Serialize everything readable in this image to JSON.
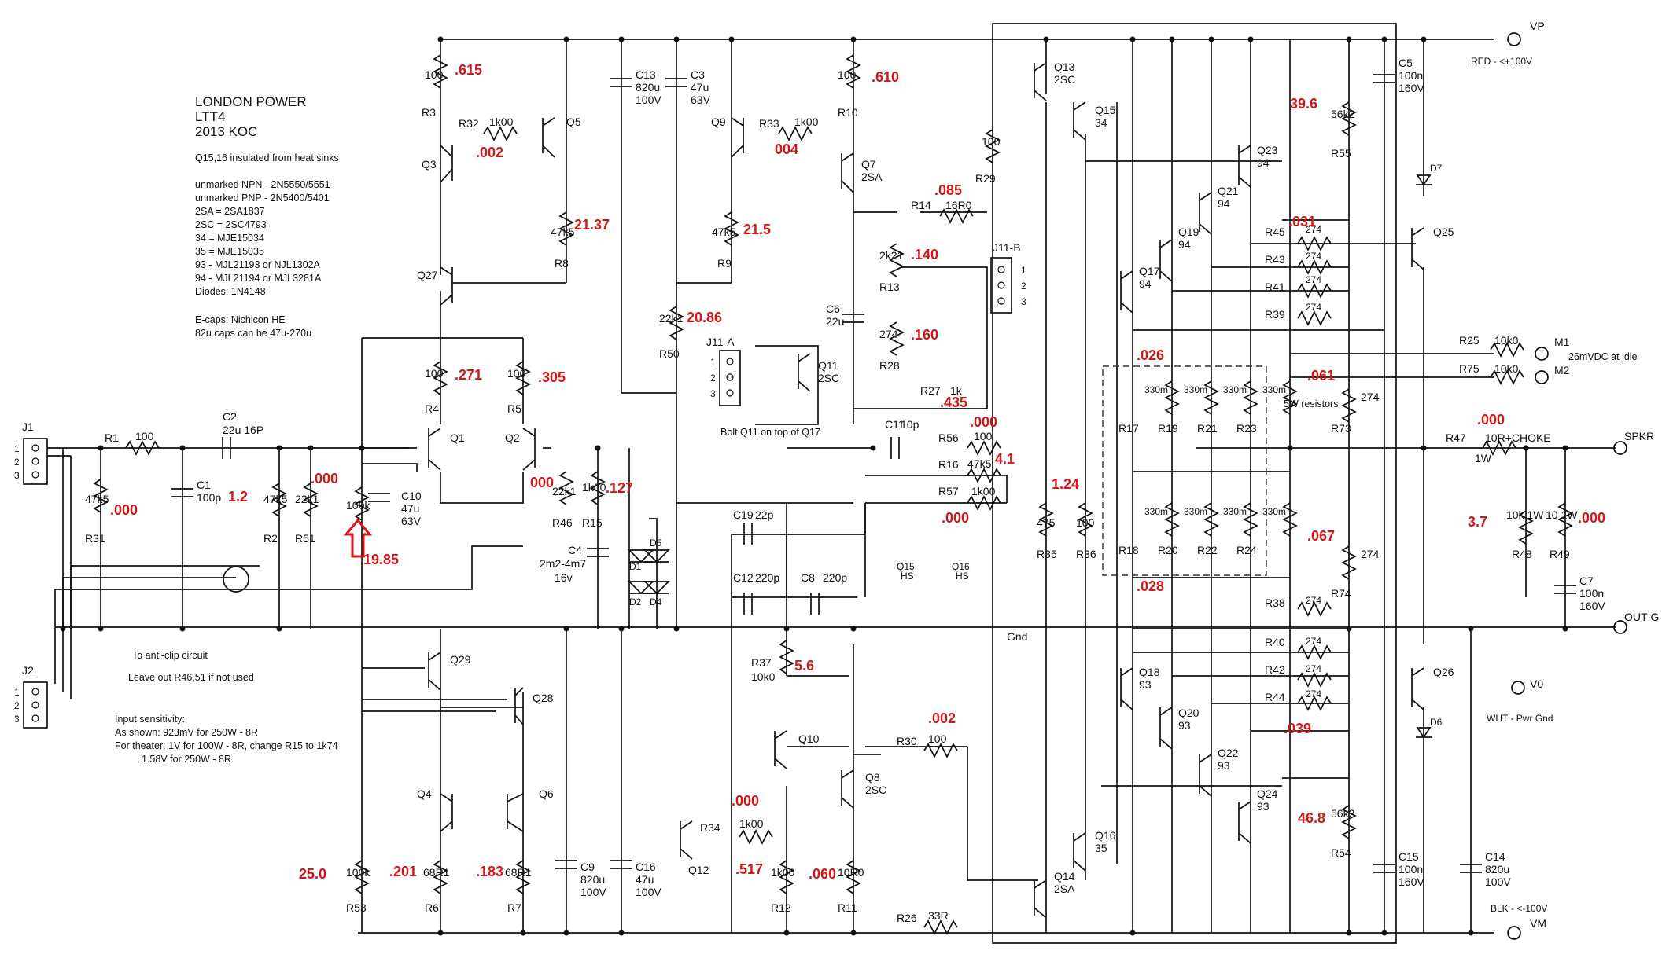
{
  "notes": {
    "title": [
      "LONDON POWER",
      "LTT4",
      "2013 KOC"
    ],
    "lines": [
      "Q15,16 insulated from heat sinks",
      "",
      "unmarked NPN - 2N5550/5551",
      "unmarked PNP - 2N5400/5401",
      "2SA = 2SA1837",
      "2SC = 2SC4793",
      "34 = MJE15034",
      "35 = MJE15035",
      "93 - MJL21193 or NJL1302A",
      "94 - MJL21194 or MJL3281A",
      "Diodes: 1N4148",
      "",
      "E-caps: Nichicon HE",
      "82u caps can be 47u-270u"
    ],
    "input_sensitivity": [
      "Input sensitivity:",
      "As shown: 923mV for 250W - 8R",
      "For theater: 1V for 100W - 8R, change R15 to 1k74",
      "1.58V for 250W - 8R"
    ],
    "anticlip": [
      "To anti-clip circuit",
      "Leave out R46,51 if not used"
    ],
    "bolt": "Bolt Q11 on top of Q17",
    "resistors_5w": "5W resistors",
    "idle": "26mVDC at idle"
  },
  "rails": {
    "vp": "VP",
    "vp_desc": "RED - <+100V",
    "vm": "VM",
    "vm_desc": "BLK - <-100V",
    "v0": "V0",
    "v0_desc": "WHT - Pwr Gnd",
    "gnd": "Gnd",
    "spkr": "SPKR",
    "outg": "OUT-G"
  },
  "connectors": {
    "j1": "J1",
    "j2": "J2",
    "j11a": "J11-A",
    "j11b": "J11-B",
    "m1": "M1",
    "m2": "M2",
    "pins": [
      "1",
      "2",
      "3"
    ]
  },
  "components": {
    "R1": "R1",
    "R1v": "100",
    "R2": "R2",
    "R2v": "47k5",
    "R3": "R3",
    "R3v": "100",
    "R4": "R4",
    "R4v": "100",
    "R5": "R5",
    "R5v": "100",
    "R6": "R6",
    "R6v": "68R1",
    "R7": "R7",
    "R7v": "68R1",
    "R8": "R8",
    "R8v": "47k5",
    "R9": "R9",
    "R9v": "47k5",
    "R10": "R10",
    "R10v": "100",
    "R11": "R11",
    "R11v": "10R0",
    "R12": "R12",
    "R12v": "1k00",
    "R13": "R13",
    "R13v": "2k21",
    "R14": "R14",
    "R14v": "16R0",
    "R15": "R15",
    "R15v": "1k00",
    "R16": "R16",
    "R16v": "47k5",
    "R26": "R26",
    "R26v": "33R",
    "R27": "R27",
    "R27v": "1k",
    "R28": "R28",
    "R28v": "274",
    "R29": "R29",
    "R29v": "100",
    "R30": "R30",
    "R30v": "100",
    "R31": "R31",
    "R31v": "47k5",
    "R32": "R32",
    "R32v": "1k00",
    "R33": "R33",
    "R33v": "1k00",
    "R34": "R34",
    "R34v": "1k00",
    "R35": "R35",
    "R35v": "475",
    "R36": "R36",
    "R36v": "100",
    "R37": "R37",
    "R37v": "10k0",
    "R38": "R38",
    "R39": "R39",
    "R40": "R40",
    "R41": "R41",
    "R42": "R42",
    "R43": "R43",
    "R44": "R44",
    "R45": "R45",
    "R274": "274",
    "R46": "R46",
    "R46v": "22k1",
    "R47": "R47",
    "R47v": "10R+CHOKE",
    "R47w": "1W",
    "R48": "R48",
    "R48v": "10k 1W",
    "R49": "R49",
    "R49v": "10 1W",
    "R50": "R50",
    "R50v": "22k1",
    "R51": "R51",
    "R51v": "22k1",
    "R53": "R53",
    "R53v": "100k",
    "R54": "R54",
    "R54v": "56k2",
    "R55": "R55",
    "R55v": "56k2",
    "R56": "R56",
    "R56v": "100",
    "R57": "R57",
    "R57v": "1k00",
    "R73": "R73",
    "R74": "R74",
    "R75": "R75",
    "R75v": "10k0",
    "R25": "R25",
    "R25v": "10k0",
    "Rpot": "100k",
    "emitters_top": [
      "R17",
      "R19",
      "R21",
      "R23"
    ],
    "emitters_bot": [
      "R18",
      "R20",
      "R22",
      "R24"
    ],
    "R330m": "330m",
    "C1": "C1",
    "C1v": "100p",
    "C2": "C2",
    "C2v": "22u 16P",
    "C3": "C3",
    "C3v": [
      "47u",
      "63V"
    ],
    "C4": "C4",
    "C4v": [
      "2m2-4m7",
      "16v"
    ],
    "C5": "C5",
    "C5v": [
      "100n",
      "160V"
    ],
    "C6": "C6",
    "C6v": "22u",
    "C7": "C7",
    "C7v": [
      "100n",
      "160V"
    ],
    "C8": "C8",
    "C8v": "220p",
    "C9": "C9",
    "C9v": [
      "820u",
      "100V"
    ],
    "C10": "C10",
    "C10v": [
      "47u",
      "63V"
    ],
    "C11": "C11",
    "C11v": "10p",
    "C12": "C12",
    "C12v": "220p",
    "C13": "C13",
    "C13v": [
      "820u",
      "100V"
    ],
    "C14": "C14",
    "C14v": [
      "820u",
      "100V"
    ],
    "C15": "C15",
    "C15v": [
      "100n",
      "160V"
    ],
    "C16": "C16",
    "C16v": [
      "47u",
      "100V"
    ],
    "C19": "C19",
    "C19v": "22p",
    "D5": "D5",
    "D1": "D1",
    "D4": "D4",
    "D2": "D2",
    "D7": "D7",
    "D6": "D6",
    "Q1": "Q1",
    "Q2": "Q2",
    "Q3": "Q3",
    "Q4": "Q4",
    "Q5": "Q5",
    "Q6": "Q6",
    "Q7": "Q7",
    "Q7t": "2SA",
    "Q8": "Q8",
    "Q8t": "2SC",
    "Q9": "Q9",
    "Q10": "Q10",
    "Q11": "Q11",
    "Q11t": "2SC",
    "Q12": "Q12",
    "Q13": "Q13",
    "Q13t": "2SC",
    "Q14": "Q14",
    "Q14t": "2SA",
    "Q15": "Q15",
    "Q15t": "34",
    "Q16": "Q16",
    "Q16t": "35",
    "Q17": "Q17",
    "Q19": "Q19",
    "Q21": "Q21",
    "Q23": "Q23",
    "Q25": "Q25",
    "Q18": "Q18",
    "Q20": "Q20",
    "Q22": "Q22",
    "Q24": "Q24",
    "Q26": "Q26",
    "t94": "94",
    "t93": "93",
    "Q27": "Q27",
    "Q28": "Q28",
    "Q29": "Q29",
    "Q15hs": "Q15",
    "Q16hs": "Q16",
    "HS": "HS"
  },
  "measurements": {
    "m615": ".615",
    "m002a": ".002",
    "m2137": "21.37",
    "m610": ".610",
    "m004": "004",
    "m215": "21.5",
    "m085": ".085",
    "m140": ".140",
    "m2086": "20.86",
    "m160": ".160",
    "m435": ".435",
    "m271": ".271",
    "m305": ".305",
    "m000a": ".000",
    "m12": "1.2",
    "m000b": ".000",
    "m000c": "000",
    "m127": ".127",
    "m1985": "19.85",
    "m000d": ".000",
    "m41": "4.1",
    "m000e": ".000",
    "m124": "1.24",
    "m396": "39.6",
    "m031": ".031",
    "m026": ".026",
    "m061": ".061",
    "m000f": ".000",
    "m37": "3.7",
    "m000g": ".000",
    "m067": ".067",
    "m028": ".028",
    "m56": "5.6",
    "m002b": ".002",
    "m000h": ".000",
    "m517": ".517",
    "m060": ".060",
    "m250": "25.0",
    "m201": ".201",
    "m183": ".183",
    "m039": ".039",
    "m468": "46.8"
  }
}
